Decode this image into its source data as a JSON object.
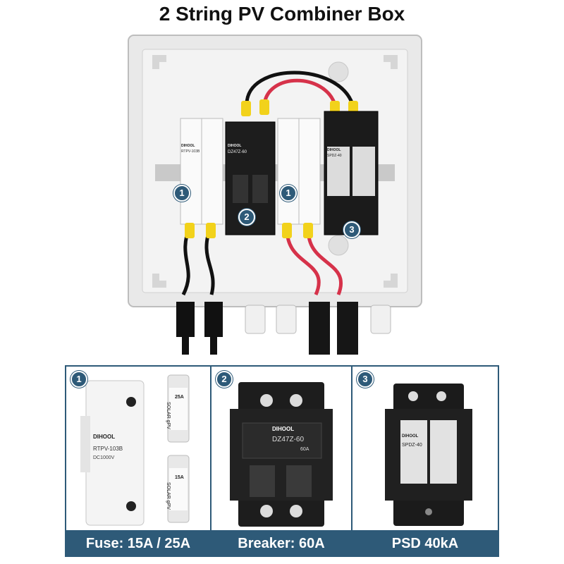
{
  "title": "2 String PV  Combiner Box",
  "photo": {
    "badges": [
      "1",
      "2",
      "1",
      "3"
    ],
    "modules": {
      "fuse_brand": "DIHOOL",
      "fuse_model": "RTPV-103B",
      "breaker_brand": "DIHOOL",
      "breaker_model": "DZ47Z-60",
      "spd_brand": "DIHOOL",
      "spd_model": "SPDZ-40"
    }
  },
  "panels": [
    {
      "badge": "1",
      "caption": "Fuse: 15A / 25A",
      "holder_brand": "DIHOOL",
      "holder_model": "RTPV-103B",
      "holder_rating": "DC1000V",
      "fuse_top_label": "SOLAR gPV",
      "fuse_top_rating": "25A",
      "fuse_bottom_label": "SOLAR gPV",
      "fuse_bottom_rating": "15A"
    },
    {
      "badge": "2",
      "caption": "Breaker: 60A",
      "brand": "DIHOOL",
      "model": "DZ47Z-60",
      "rating": "60A"
    },
    {
      "badge": "3",
      "caption": "PSD 40kA",
      "brand": "DIHOOL",
      "model": "SPDZ-40"
    }
  ]
}
